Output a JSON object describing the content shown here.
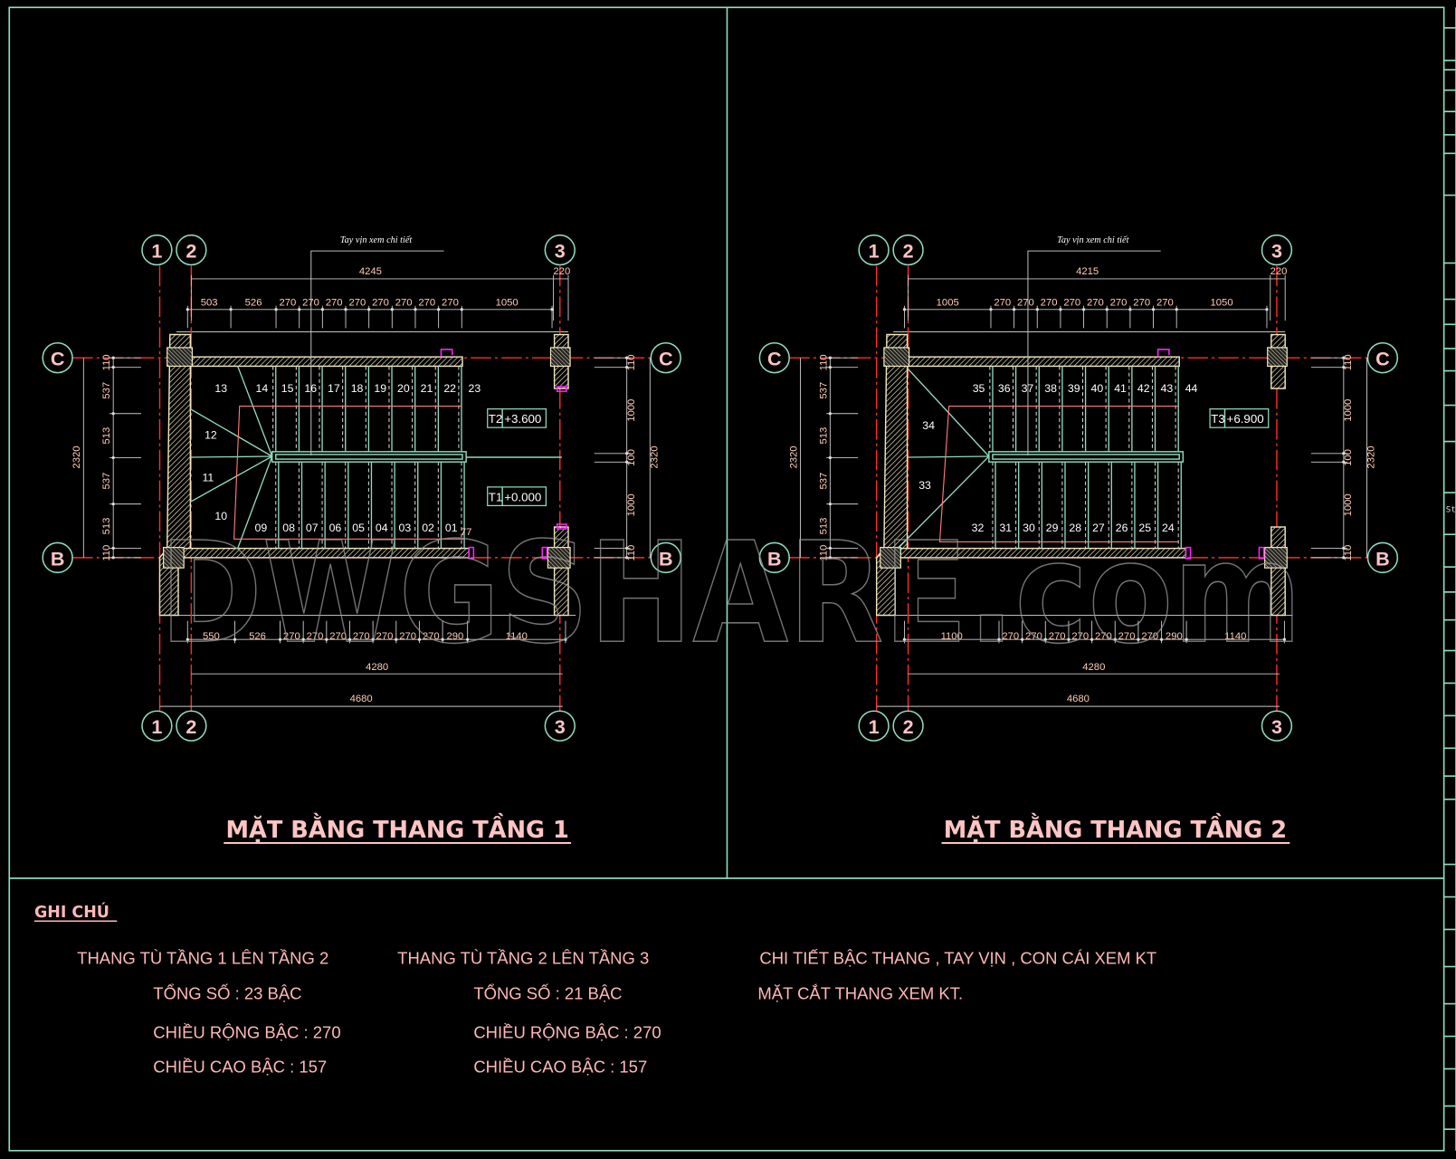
{
  "colors": {
    "background": "#000000",
    "frame": "#8fdcc0",
    "axis": "#ff2a2a",
    "dimension_text": "#ffcdb8",
    "title": "#ffc4c4",
    "wall": "#efe6bd",
    "marker": "#ff22ff"
  },
  "watermark": "DWGSHARE.com",
  "side_strip_text": "St",
  "plans": [
    {
      "title": "MẶT BẰNG THANG TẦNG 1",
      "grid": {
        "cols": [
          "1",
          "2",
          "3"
        ],
        "rows": [
          "C",
          "B"
        ]
      },
      "leader_note": "Tay vịn xem chi tiết",
      "top_overall": "4245",
      "top_end": "220",
      "top_segments": [
        503,
        526,
        270,
        270,
        270,
        270,
        270,
        270,
        270,
        270,
        1050
      ],
      "bottom_segments": [
        550,
        526,
        270,
        270,
        270,
        270,
        270,
        270,
        270,
        290,
        1140
      ],
      "bottom_inner": "4280",
      "bottom_overall": "4680",
      "left_segments": [
        110,
        537,
        513,
        537,
        513,
        110
      ],
      "left_total": "2320",
      "right_segments": [
        110,
        1000,
        100,
        1000,
        110
      ],
      "right_total": "2320",
      "top_row_steps": [
        "14",
        "15",
        "16",
        "17",
        "18",
        "19",
        "20",
        "21",
        "22",
        "23"
      ],
      "bottom_row_steps": [
        "09",
        "08",
        "07",
        "06",
        "05",
        "04",
        "03",
        "02",
        "01"
      ],
      "winder_steps": [
        "13",
        "12",
        "11",
        "10"
      ],
      "extra_mark": "77",
      "levels": [
        {
          "code": "T2",
          "value": "+3.600"
        },
        {
          "code": "T1",
          "value": "+0.000"
        }
      ]
    },
    {
      "title": "MẶT BẰNG THANG TẦNG 2",
      "grid": {
        "cols": [
          "1",
          "2",
          "3"
        ],
        "rows": [
          "C",
          "B"
        ]
      },
      "leader_note": "Tay vịn xem chi tiết",
      "top_overall": "4215",
      "top_end": "220",
      "top_segments": [
        1005,
        270,
        270,
        270,
        270,
        270,
        270,
        270,
        270,
        1050
      ],
      "bottom_segments": [
        1100,
        270,
        270,
        270,
        270,
        270,
        270,
        270,
        290,
        1140
      ],
      "bottom_inner": "4280",
      "bottom_overall": "4680",
      "left_segments": [
        110,
        537,
        513,
        537,
        513,
        110
      ],
      "left_total": "2320",
      "right_segments": [
        110,
        1000,
        100,
        1000,
        110
      ],
      "right_total": "2320",
      "top_row_steps": [
        "35",
        "36",
        "37",
        "38",
        "39",
        "40",
        "41",
        "42",
        "43",
        "44"
      ],
      "bottom_row_steps": [
        "32",
        "31",
        "30",
        "29",
        "28",
        "27",
        "26",
        "25",
        "24"
      ],
      "winder_steps": [
        "34",
        "33"
      ],
      "extra_mark": "",
      "levels": [
        {
          "code": "T3",
          "value": "+6.900"
        }
      ]
    }
  ],
  "notes": {
    "heading": "GHI CHÚ",
    "col1": {
      "title": "THANG TÙ TẦNG 1 LÊN TẦNG 2",
      "total": "TỔNG SỐ : 23 BẬC",
      "width": "CHIỀU RỘNG BẬC : 270",
      "height": "CHIỀU CAO BẬC : 157"
    },
    "col2": {
      "title": "THANG TÙ TẦNG 2 LÊN TẦNG 3",
      "total": "TỔNG SỐ : 21 BẬC",
      "width": "CHIỀU RỘNG BẬC : 270",
      "height": "CHIỀU CAO BẬC : 157"
    },
    "col3": {
      "line1": "CHI TIẾT BẬC THANG , TAY VỊN , CON CÁI  XEM KT",
      "line2": "MẶT CẮT THANG XEM KT."
    }
  }
}
